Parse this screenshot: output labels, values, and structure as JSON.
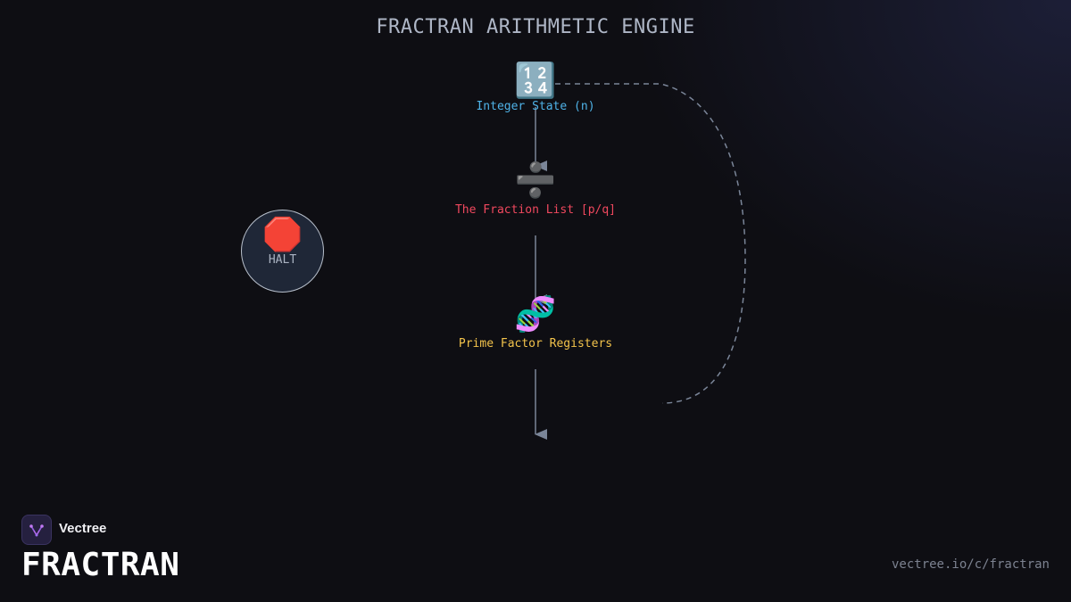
{
  "diagram": {
    "title": "FRACTRAN ARITHMETIC ENGINE",
    "nodes": {
      "state": {
        "icon": "🔢",
        "icon_name": "input-numbers-icon",
        "label": "Integer State (n)",
        "color": "#4fb3e8"
      },
      "fraction": {
        "icon": "➗",
        "icon_name": "divide-icon",
        "label": "The Fraction List [p/q]",
        "color": "#f0485e"
      },
      "prime": {
        "icon": "🧬",
        "icon_name": "dna-icon",
        "label": "Prime Factor Registers",
        "color": "#f3c34b"
      },
      "halt": {
        "icon": "🛑",
        "icon_name": "stop-sign-icon",
        "label": "HALT"
      }
    },
    "edges": [
      {
        "from": "state",
        "to": "fraction",
        "style": "solid"
      },
      {
        "from": "fraction",
        "to": "prime",
        "style": "solid"
      },
      {
        "from": "prime",
        "to": "output",
        "style": "solid"
      },
      {
        "from": "output",
        "to": "state",
        "style": "dashed"
      }
    ]
  },
  "branding": {
    "name": "Vectree",
    "logo_icon": "vectree-logo-icon",
    "title": "FRACTRAN",
    "url": "vectree.io/c/fractran"
  },
  "colors": {
    "background": "#0e0e13",
    "edge": "#7a8598",
    "title": "#aeb6c6"
  }
}
